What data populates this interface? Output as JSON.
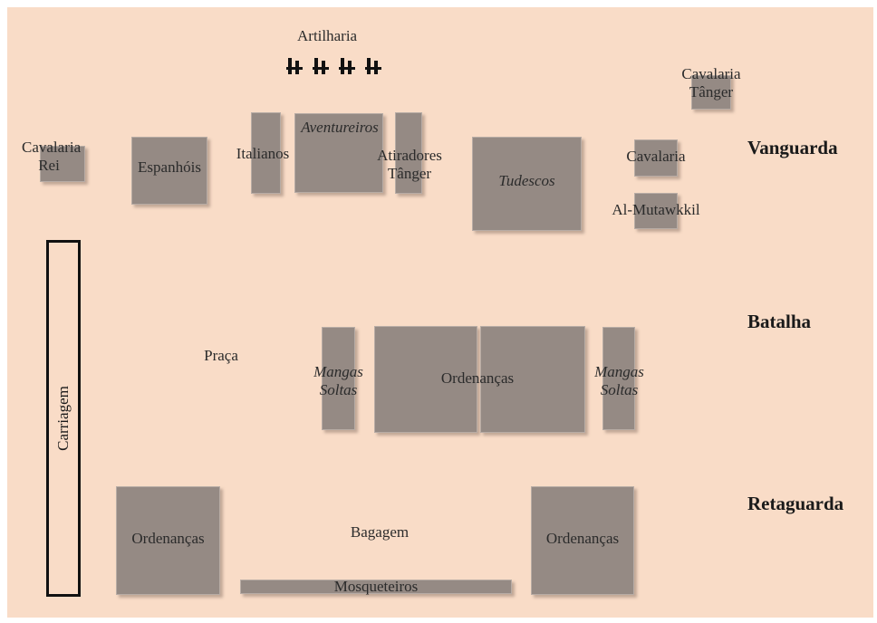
{
  "sections": {
    "vanguarda": "Vanguarda",
    "batalha": "Batalha",
    "retaguarda": "Retaguarda"
  },
  "artilharia": {
    "label": "Artilharia",
    "cannons": 4
  },
  "units": {
    "cavalaria_rei": [
      "Cavalaria",
      "Rei"
    ],
    "espanhois": "Espanhóis",
    "italianos": "Italianos",
    "aventureiros": "Aventureiros",
    "atiradores_tanger": [
      "Atiradores",
      "Tânger"
    ],
    "tudescos": "Tudescos",
    "cavalaria_tanger": [
      "Cavalaria",
      "Tânger"
    ],
    "cavalaria": "Cavalaria",
    "al_mutawkkil": "Al-Mutawkkil",
    "praca": "Praça",
    "mangas_soltas_left": [
      "Mangas",
      "Soltas"
    ],
    "ordenancas_center": "Ordenanças",
    "mangas_soltas_right": [
      "Mangas",
      "Soltas"
    ],
    "carriagem": "Carriagem",
    "ordenancas_left": "Ordenanças",
    "bagagem": "Bagagem",
    "ordenancas_right": "Ordenanças",
    "mosqueteiros": "Mosqueteiros"
  },
  "colors": {
    "background": "#f9dcc7",
    "block": "#958a84",
    "text": "#2b2b2b"
  }
}
